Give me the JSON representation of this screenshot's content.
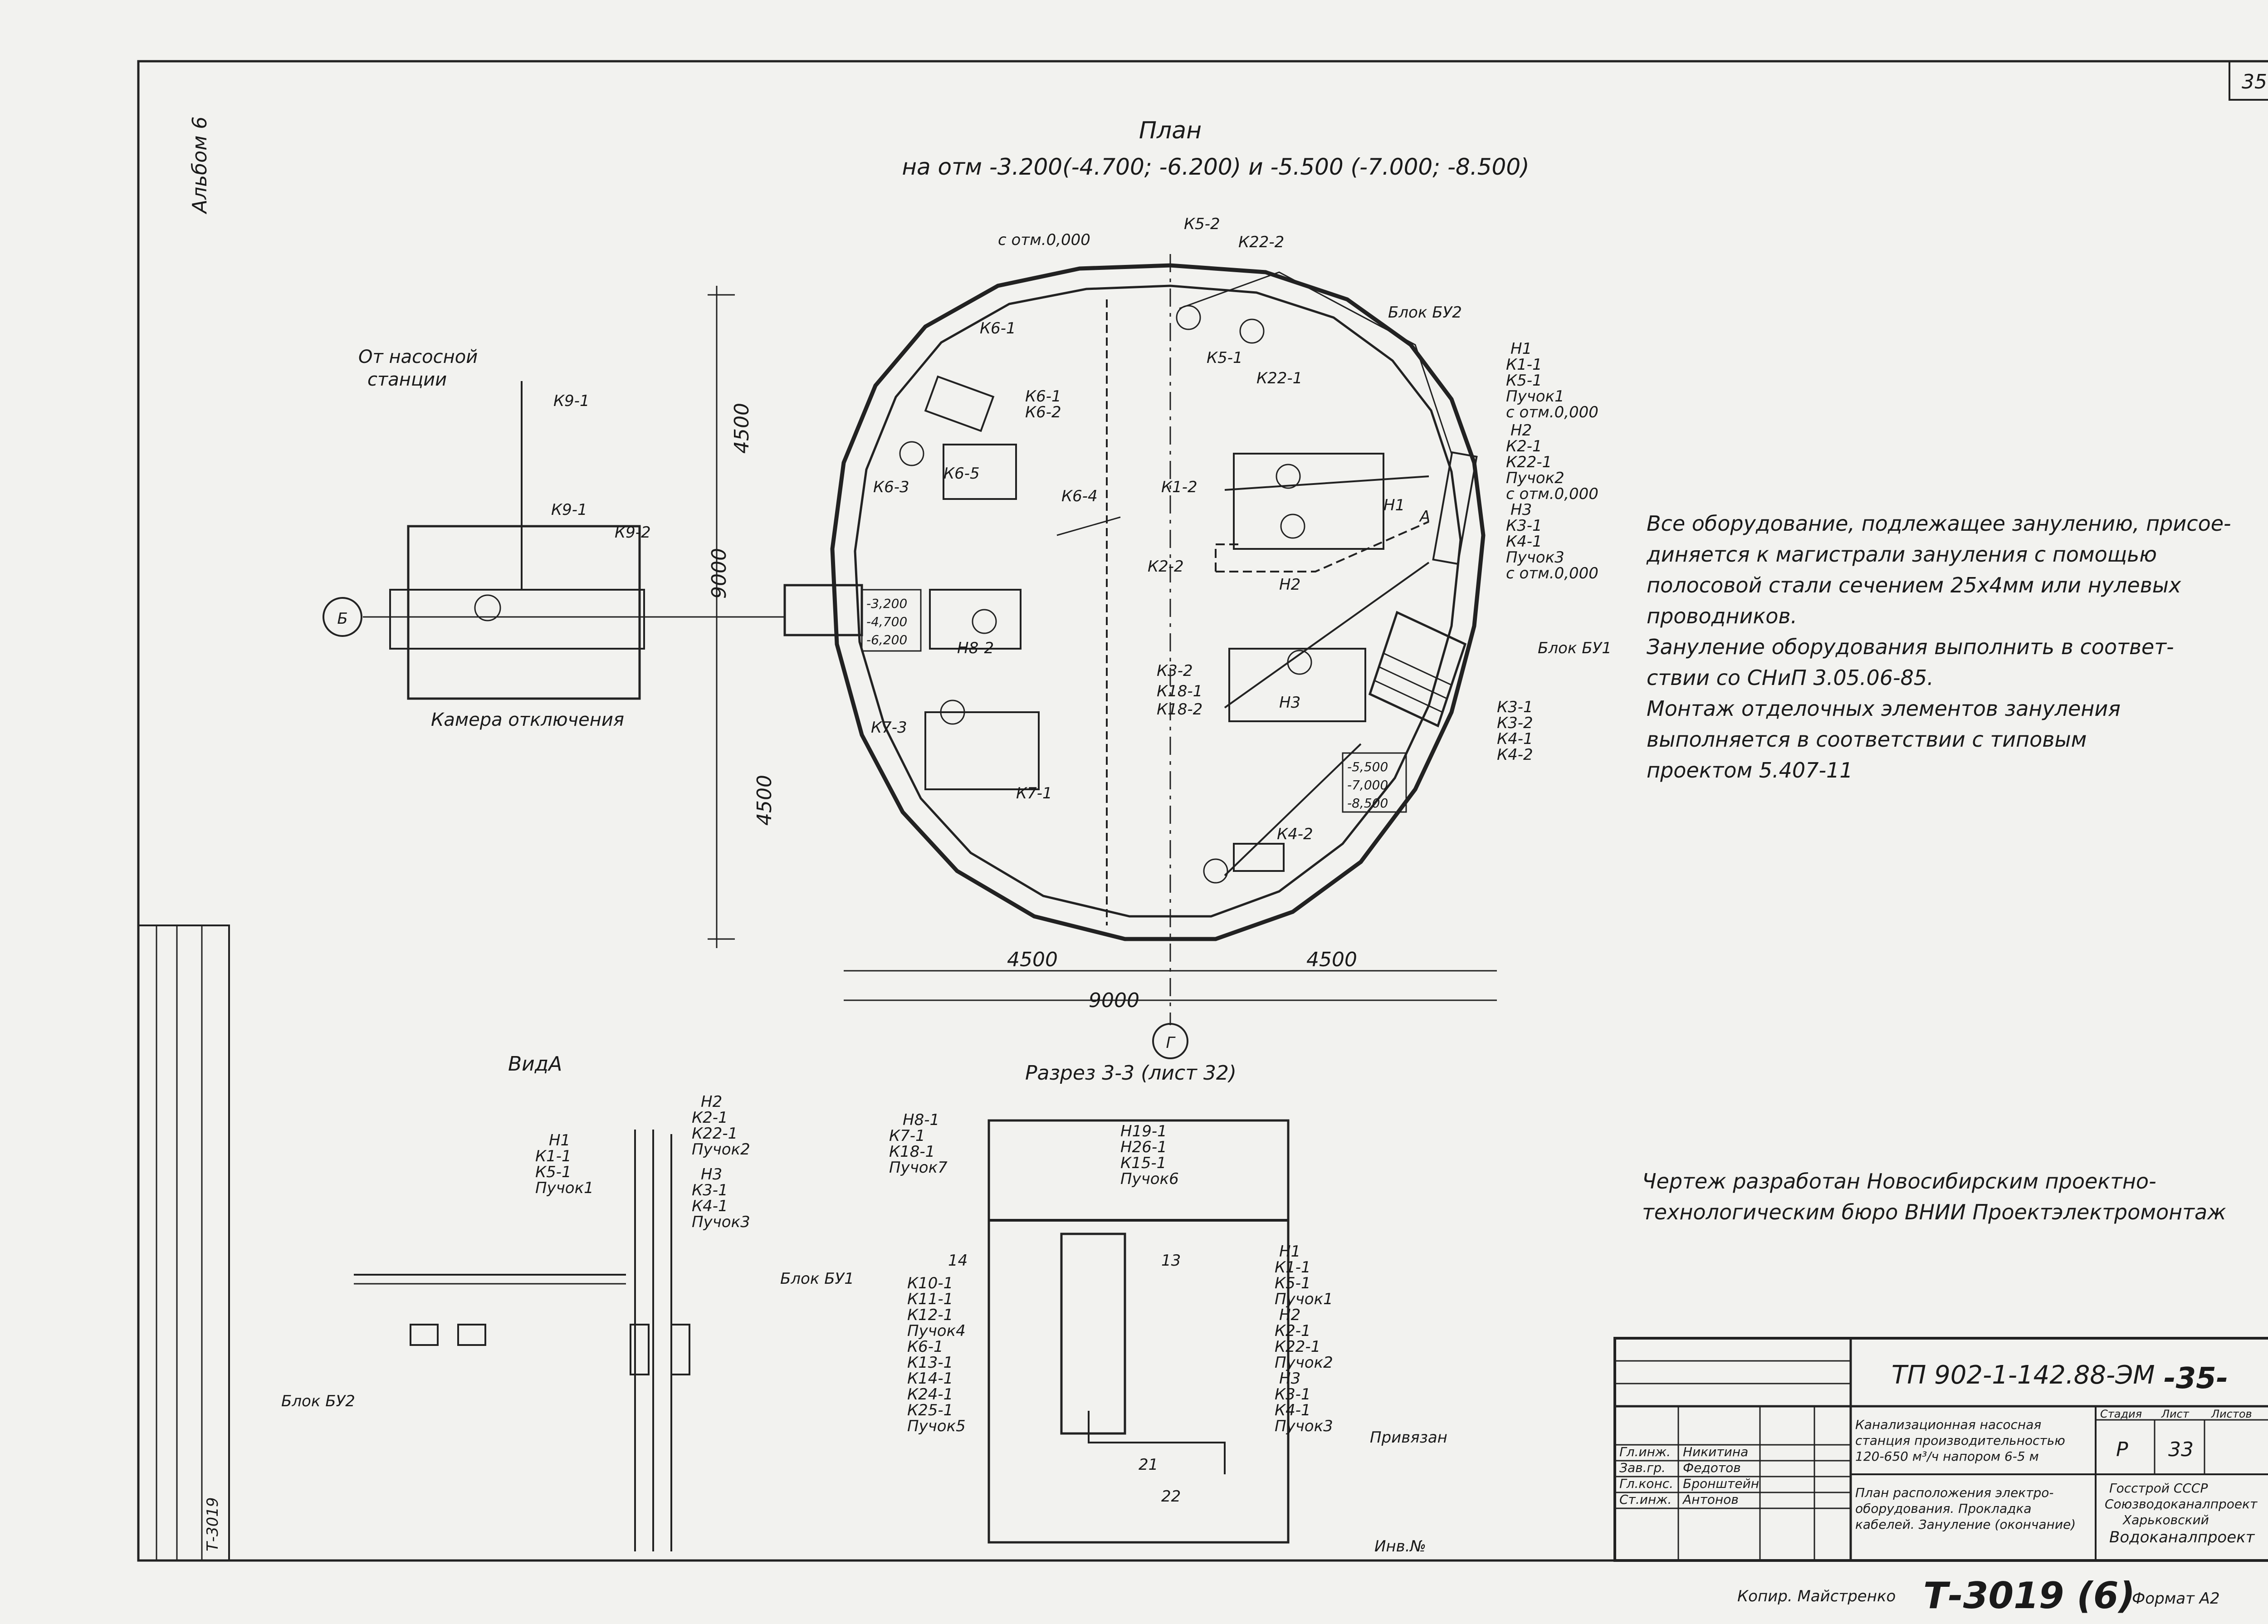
{
  "sheet_number": "35",
  "album": "Альбом 6",
  "plan_title_line1": "План",
  "plan_title_line2": "на отм -3.200(-4.700; -6.200) и -5.500 (-7.000; -8.500)",
  "view_a_title": "ВидА",
  "section_title": "Разрез 3-3 (лист 32)",
  "from_station": "От насосной станции",
  "camera": "Камера отключения",
  "axis_b": "Б",
  "axis_g": "Г",
  "from_elev": "с отм.0,000",
  "dims": {
    "plan_top": "4500",
    "plan_bottom": "4500",
    "plan_total_v": "9000",
    "plan_left_h": "4500",
    "plan_right_h": "4500",
    "plan_total_h": "9000"
  },
  "elev_box_left": [
    "-3,200",
    "-4,700",
    "-6,200"
  ],
  "elev_box_right": [
    "-5,500",
    "-7,000",
    "-8,500"
  ],
  "block_by2": "Блок БУ2",
  "block_by1": "Блок БУ1",
  "notes": [
    "Все оборудование, подлежащее занулению, присое-",
    "диняется к магистрали зануления с помощью",
    "полосовой стали сечением 25х4мм или нулевых",
    "проводников.",
    "Зануление оборудования выполнить в соответ-",
    "ствии со СНиП 3.05.06-85.",
    "Монтаж отделочных элементов зануления",
    "выполняется в соответствии с типовым",
    "проектом 5.407-11"
  ],
  "developer_note": [
    "Чертеж разработан Новосибирским проектно-",
    "технологическим бюро ВНИИ Проектэлектромонтаж"
  ],
  "title_block": {
    "doc_code": "ТП 902-1-142.88-ЭМ",
    "sheet_big": "-35-",
    "bound": "Привязан",
    "inv": "Инв.№",
    "roles": [
      "Гл.инж.",
      "Зав.гр.",
      "Гл.конс.",
      "Ст.инж."
    ],
    "names": [
      "Никитина",
      "Федотов",
      "Бронштейн",
      "Антонов"
    ],
    "description": [
      "Канализационная насосная",
      "станция производительностью",
      "120-650 м³/ч напором 6-5 м"
    ],
    "sheet_title": [
      "План расположения электро-",
      "оборудования. Прокладка",
      "кабелей. Зануление (окончание)"
    ],
    "stage_label": "Стадия",
    "sheet_label": "Лист",
    "sheets_label": "Листов",
    "stage": "Р",
    "sheet": "33",
    "org": [
      "Госстрой СССР",
      "Союзводоканалпроект",
      "Харьковский",
      "Водоканалпроект"
    ]
  },
  "bottom_stamp": "Т-3019 (6)",
  "copied": "Копир. Майстренко",
  "format": "Формат А2",
  "side_stamp": "Т-3019",
  "plan_labels": {
    "k6_1": "К6-1",
    "k6_1b": "К6-1",
    "k6_2": "К6-2",
    "k6_3": "К6-3",
    "k6_4": "К6-4",
    "k6_5": "К6-5",
    "k5_2": "К5-2",
    "k22_2": "К22-2",
    "k5_1": "К5-1",
    "k22_1": "К22-1",
    "k1_2": "К1-2",
    "k2_2": "К2-2",
    "k9_1": "К9-1",
    "k9_1b": "К9-1",
    "k9_2": "К9-2",
    "k7_3": "К7-3",
    "k8_2": "Н8-2",
    "h1": "Н1",
    "h2": "Н2",
    "h3": "Н3",
    "k4_2": "К4-2",
    "a": "А",
    "k3_2": "К3-2",
    "k18_1": "К18-1",
    "k18_2": "К18-2",
    "k7_1": "К7-1"
  },
  "right_stack_1": [
    "Н1",
    "К1-1",
    "К5-1",
    "Пучок1",
    "с отм.0,000"
  ],
  "right_stack_2": [
    "Н2",
    "К2-1",
    "К22-1",
    "Пучок2",
    "с отм.0,000"
  ],
  "right_stack_3": [
    "Н3",
    "К3-1",
    "К4-1",
    "Пучок3",
    "с отм.0,000"
  ],
  "right_stack_4": [
    "К3-1",
    "К3-2",
    "К4-1",
    "К4-2"
  ],
  "view_a_stack_top": [
    "Н2",
    "К2-1",
    "К22-1",
    "Пучок2"
  ],
  "view_a_stack_h1": [
    "Н1",
    "К1-1",
    "К5-1",
    "Пучок1"
  ],
  "view_a_stack_h3": [
    "Н3",
    "К3-1",
    "К4-1",
    "Пучок3"
  ],
  "section_stack_left": [
    "Н8-1",
    "К7-1",
    "К18-1",
    "Пучок7"
  ],
  "section_stack_mid": [
    "Н19-1",
    "Н26-1",
    "К15-1",
    "Пучок6"
  ],
  "section_stack_k10": [
    "К10-1",
    "К11-1",
    "К12-1",
    "Пучок4",
    "К6-1",
    "К13-1",
    "К14-1",
    "К24-1",
    "К25-1",
    "Пучок5"
  ],
  "section_stack_right": [
    "Н1",
    "К1-1",
    "К5-1",
    "Пучок1",
    "Н2",
    "К2-1",
    "К22-1",
    "Пучок2",
    "Н3",
    "К3-1",
    "К4-1",
    "Пучок3"
  ],
  "section_marks": [
    "14",
    "13",
    "21",
    "22"
  ]
}
